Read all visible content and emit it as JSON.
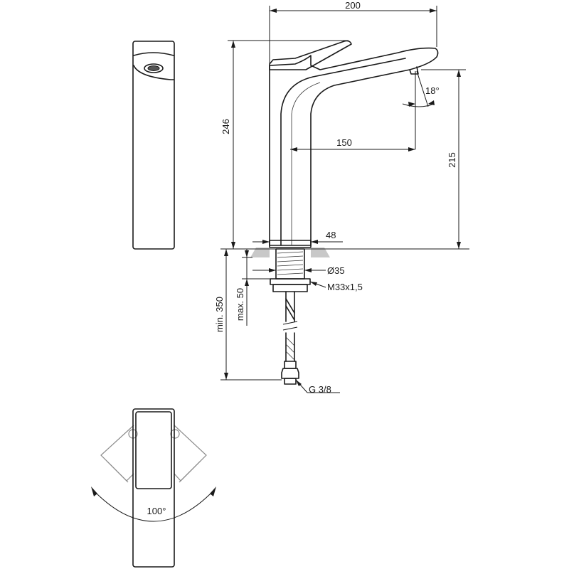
{
  "dimensions": {
    "width_total": "200",
    "height_total": "246",
    "spout_angle": "18°",
    "spout_reach": "150",
    "outlet_height": "215",
    "base_diameter": "48",
    "shank_diameter": "Ø35",
    "thread": "M33x1,5",
    "max_deck": "max. 50",
    "min_hose": "min. 350",
    "connection": "G 3/8",
    "rotation": "100°"
  },
  "colors": {
    "line": "#1a1a1a",
    "ghost": "#8a8a8a",
    "deck": "#c8c8c8"
  }
}
